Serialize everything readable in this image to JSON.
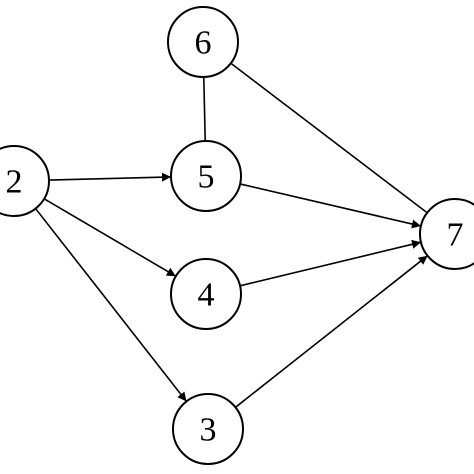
{
  "diagram": {
    "type": "directed-graph",
    "colors": {
      "stroke": "#000000",
      "node_fill": "#ffffff",
      "background": "#ffffff"
    },
    "nodes": [
      {
        "id": "2",
        "label": "2"
      },
      {
        "id": "3",
        "label": "3"
      },
      {
        "id": "4",
        "label": "4"
      },
      {
        "id": "5",
        "label": "5"
      },
      {
        "id": "6",
        "label": "6"
      },
      {
        "id": "7",
        "label": "7"
      }
    ],
    "edges": [
      {
        "from": "2",
        "to": "5",
        "directed": true
      },
      {
        "from": "2",
        "to": "4",
        "directed": true
      },
      {
        "from": "2",
        "to": "3",
        "directed": true
      },
      {
        "from": "5",
        "to": "7",
        "directed": true
      },
      {
        "from": "4",
        "to": "7",
        "directed": true
      },
      {
        "from": "3",
        "to": "7",
        "directed": true
      },
      {
        "from": "6",
        "to": "7",
        "directed": false
      },
      {
        "from": "6",
        "to": "5",
        "directed": false
      }
    ]
  }
}
